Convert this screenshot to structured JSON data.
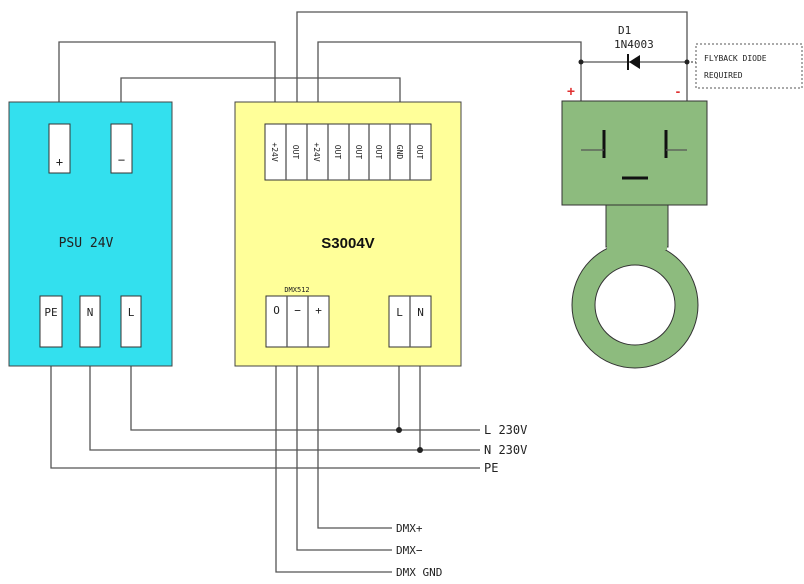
{
  "psu": {
    "title": "PSU 24V",
    "plus": "+",
    "minus": "−",
    "pe": "PE",
    "n": "N",
    "l": "L",
    "color": "#33e0ee"
  },
  "controller": {
    "title": "S3004V",
    "color": "#ffff99",
    "terminals_top": [
      "+24V",
      "OUT",
      "+24V",
      "OUT",
      "OUT",
      "OUT",
      "GND",
      "OUT"
    ],
    "dmx_header": "DMX512",
    "dmx_terms": [
      "O",
      "−",
      "+"
    ],
    "mains_terms": [
      "L",
      "N"
    ]
  },
  "solenoid": {
    "plus": "+",
    "minus": "-",
    "color": "#8dbb7e",
    "plus_color": "#e03030"
  },
  "diode": {
    "designator": "D1",
    "part": "1N4003",
    "note_line1": "FLYBACK DIODE",
    "note_line2": "REQUIRED"
  },
  "mains": {
    "l": "L 230V",
    "n": "N 230V",
    "pe": "PE"
  },
  "dmx": {
    "plus": "DMX+",
    "minus": "DMX−",
    "gnd": "DMX GND"
  }
}
